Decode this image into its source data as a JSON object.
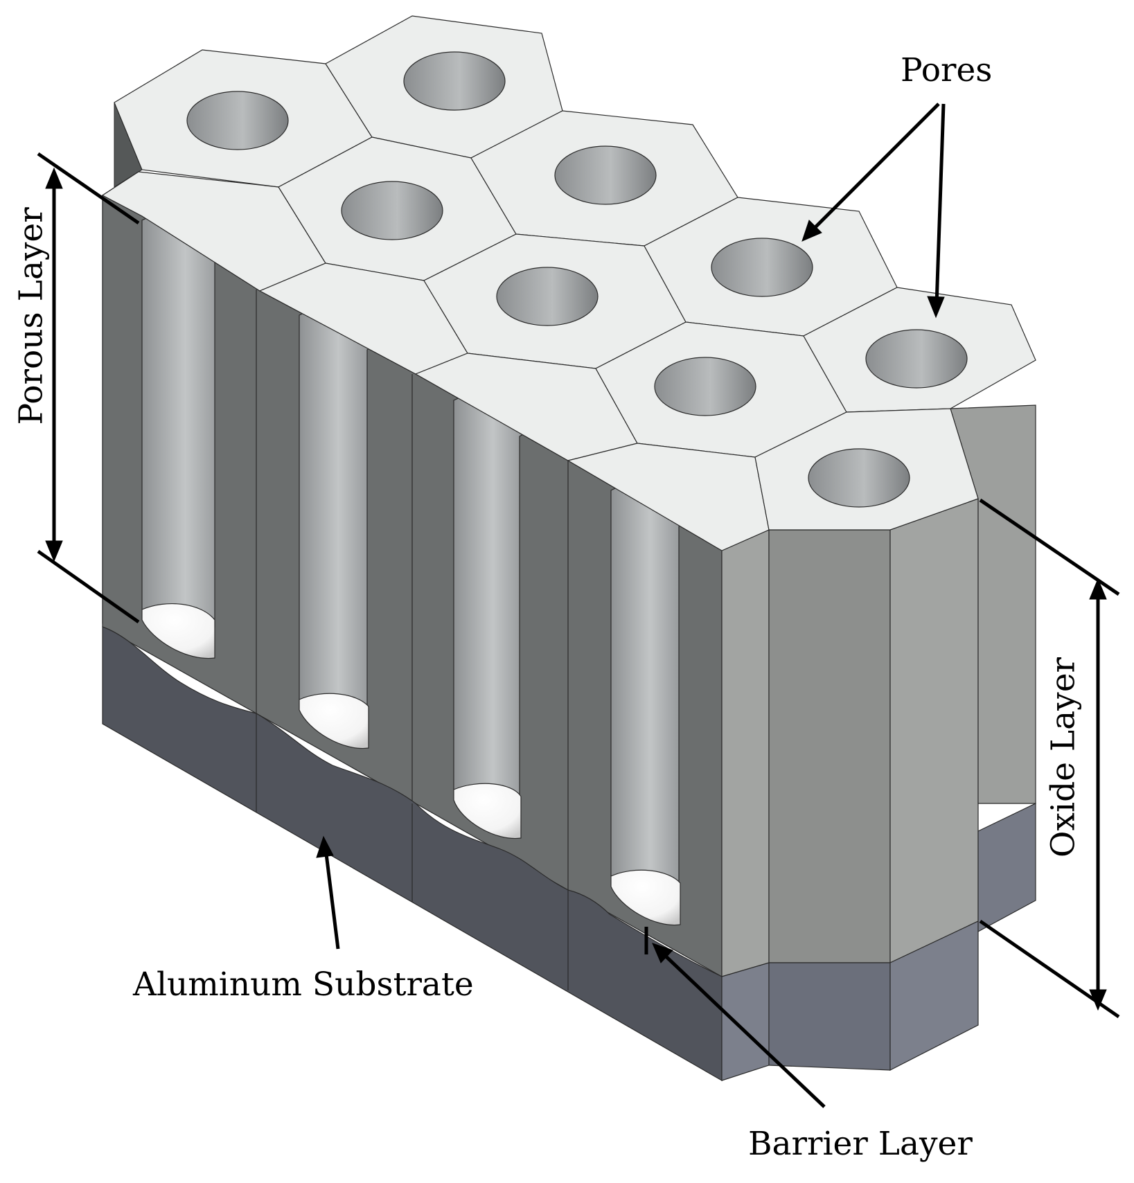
{
  "labels": {
    "pores": "Pores",
    "porous_layer": "Porous Layer",
    "oxide_layer": "Oxide Layer",
    "aluminum_substrate": "Aluminum Substrate",
    "barrier_layer": "Barrier Layer"
  },
  "colors": {
    "top_face": "#eceeed",
    "cut_face": "#6b6e6e",
    "pore_wall": "#a9acad",
    "substrate_front": "#51545c",
    "side_face_light": "#a2a4a2",
    "side_face_mid": "#8d8f8d",
    "side_substrate_light": "#7c808c",
    "side_substrate_dark": "#6b6f7b"
  }
}
